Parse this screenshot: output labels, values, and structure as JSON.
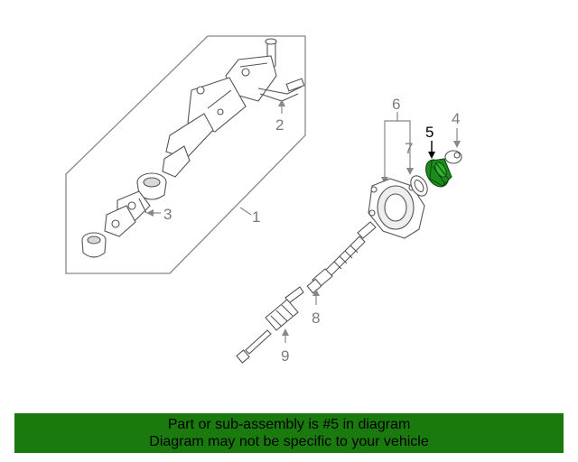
{
  "colors": {
    "line": "#888888",
    "callout_text": "#7a7a7a",
    "highlight_fill": "#1e8a1e",
    "highlight_callout": "#000000",
    "banner_bg": "#1b7a0e",
    "banner_text": "#000000"
  },
  "callouts": {
    "c1": "1",
    "c2": "2",
    "c3": "3",
    "c4": "4",
    "c5": "5",
    "c6": "6",
    "c7": "7",
    "c8": "8",
    "c9": "9"
  },
  "highlighted_part": "5",
  "banner": {
    "line1": "Part or sub-assembly is #5 in diagram",
    "line2": "Diagram may not be specific to your vehicle"
  }
}
